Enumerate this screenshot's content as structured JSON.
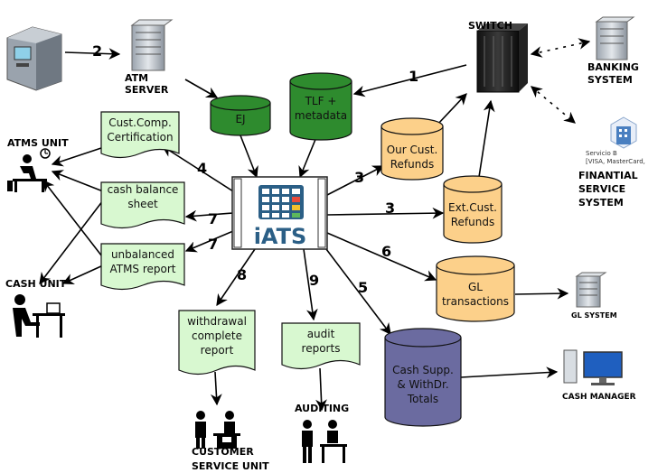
{
  "center": {
    "logo_text": "iATS"
  },
  "nodes": {
    "switch": "SWITCH",
    "banking_system": "BANKING SYSTEM",
    "financial_service_system": "FINANTIAL SERVICE SYSTEM",
    "financial_service_logo_text": "Servicio B [VISA, MasterCard, American Express, etc]",
    "atm_server": "ATM SERVER",
    "atms_unit": "ATMS UNIT",
    "cash_unit": "CASH UNIT",
    "customer_service_unit": "CUSTOMER SERVICE UNIT",
    "auditing": "AUDITING",
    "gl_system": "GL SYSTEM",
    "cash_manager": "CASH MANAGER"
  },
  "databases": {
    "ej": "EJ",
    "tlf": "TLF + metadata",
    "our_cust_refunds": "Our Cust. Refunds",
    "ext_cust_refunds": "Ext.Cust. Refunds",
    "gl_transactions": "GL transactions",
    "cash_supp": "Cash Supp. & WithDr. Totals"
  },
  "documents": {
    "cust_comp_cert": "Cust.Comp. Certification",
    "cash_balance": "cash balance sheet",
    "unbalanced_atms": "unbalanced ATMS report",
    "withdrawal_report": "withdrawal complete report",
    "audit_reports": "audit reports"
  },
  "step_numbers": {
    "n1": "1",
    "n2": "2",
    "n3a": "3",
    "n3b": "3",
    "n4": "4",
    "n5": "5",
    "n6": "6",
    "n7a": "7",
    "n7b": "7",
    "n8": "8",
    "n9": "9"
  },
  "colors": {
    "db_green": "#2e8b2e",
    "db_orange": "#fcd08a",
    "db_purple": "#6b6ba0",
    "doc_green": "#d8f8d0",
    "logo_blue": "#2b5f86"
  }
}
